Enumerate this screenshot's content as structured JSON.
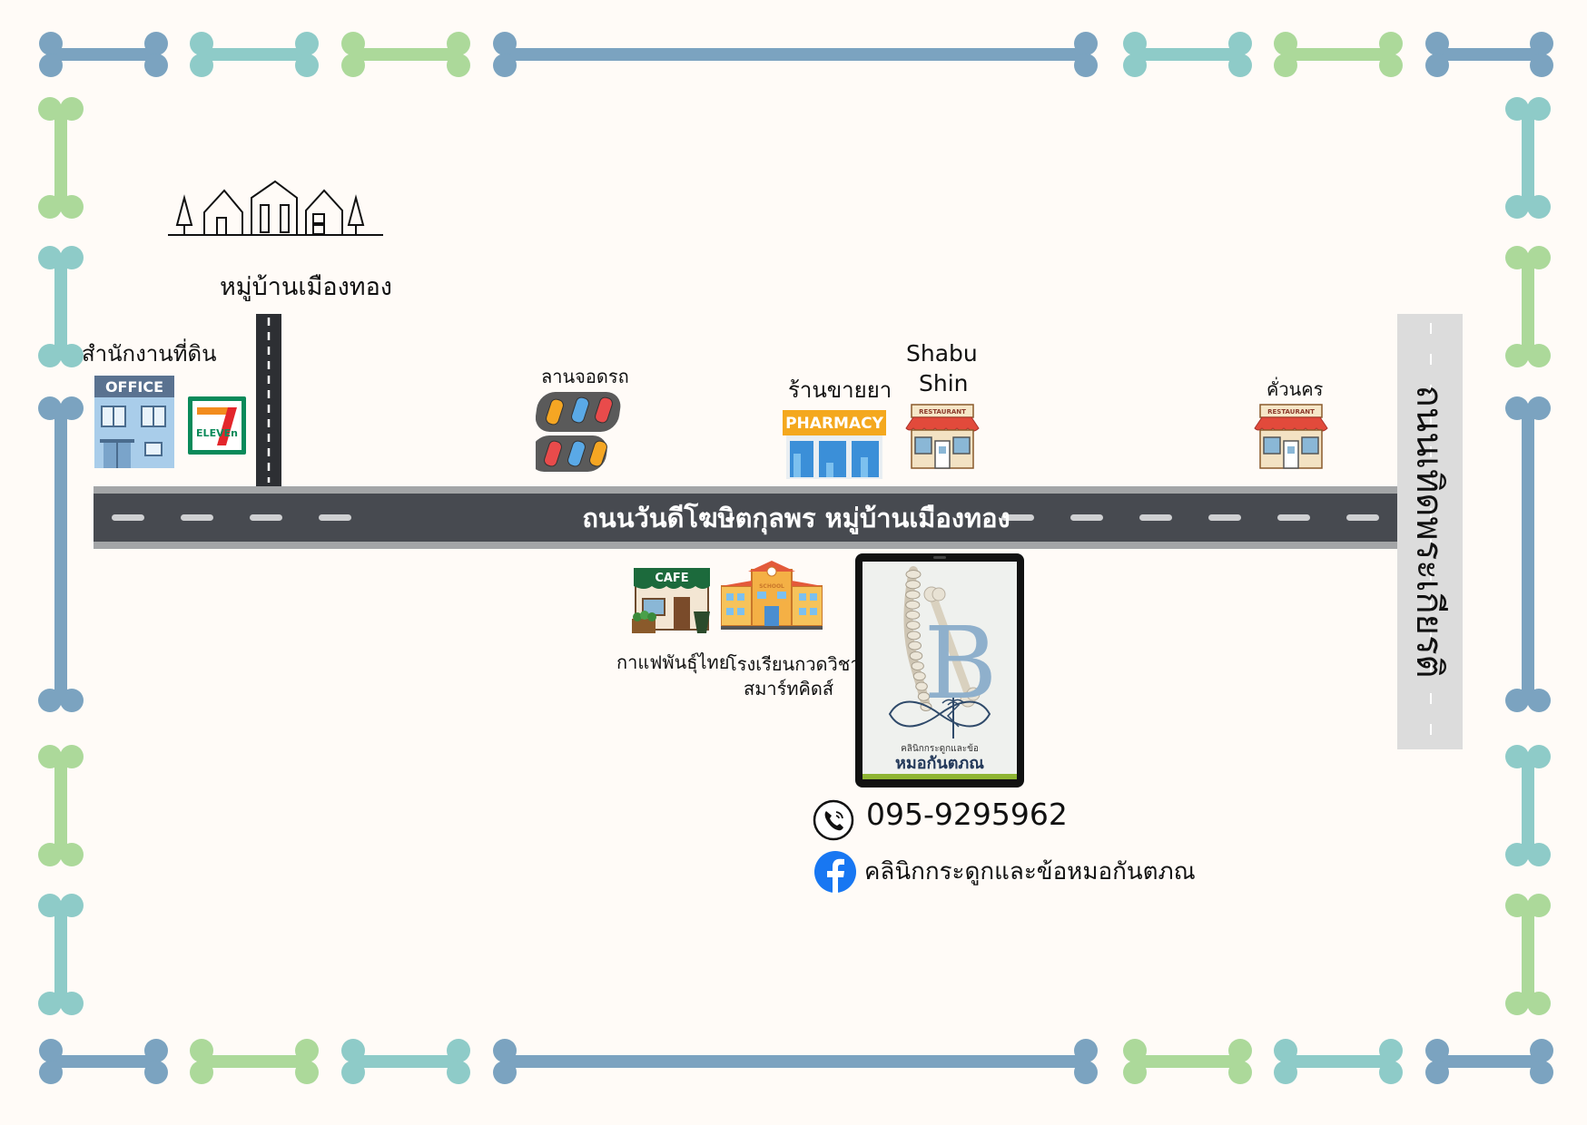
{
  "colors": {
    "bone_blue": "#7ba3c0",
    "bone_teal": "#8ecbc8",
    "bone_green": "#acd99a",
    "road": "#474a50",
    "road_side": "#9b9d9f",
    "side_road": "#dddddd",
    "facebook": "#1877f2",
    "seven_green": "#0a8a5a",
    "seven_orange": "#f28c1e",
    "seven_red": "#e3262b"
  },
  "labels": {
    "village": "หมู่บ้านเมืองทอง",
    "land_office": "สำนักงานที่ดิน",
    "parking": "ลานจอดรถ",
    "pharmacy": "ร้านขายยา",
    "shabu_line1": "Shabu",
    "shabu_line2": "Shin",
    "restaurant_right": "คั่วนคร",
    "cafe": "กาแฟพันธุ์ไทย",
    "school_line1": "โรงเรียนกวดวิชา",
    "school_line2": "สมาร์ทคิดส์"
  },
  "roads": {
    "main": "ถนนวันดีโฆษิตกุลพร หมู่บ้านเมืองทอง",
    "side": "ถนนเทิดพระเกียรติ"
  },
  "signs": {
    "office": "OFFICE",
    "seven_eleven": "ELEVEn",
    "pharmacy": "PHARMACY",
    "restaurant": "RESTAURANT",
    "cafe": "CAFE",
    "school": "SCHOOL"
  },
  "clinic": {
    "logo_letter": "B",
    "subtitle": "คลินิกกระดูกและข้อ",
    "name": "หมอกันตภณ"
  },
  "contact": {
    "phone": "095-9295962",
    "facebook": "คลินิกกระดูกและข้อหมอกันตภณ"
  },
  "icons": {
    "phone": "phone-icon",
    "facebook": "facebook-icon"
  }
}
